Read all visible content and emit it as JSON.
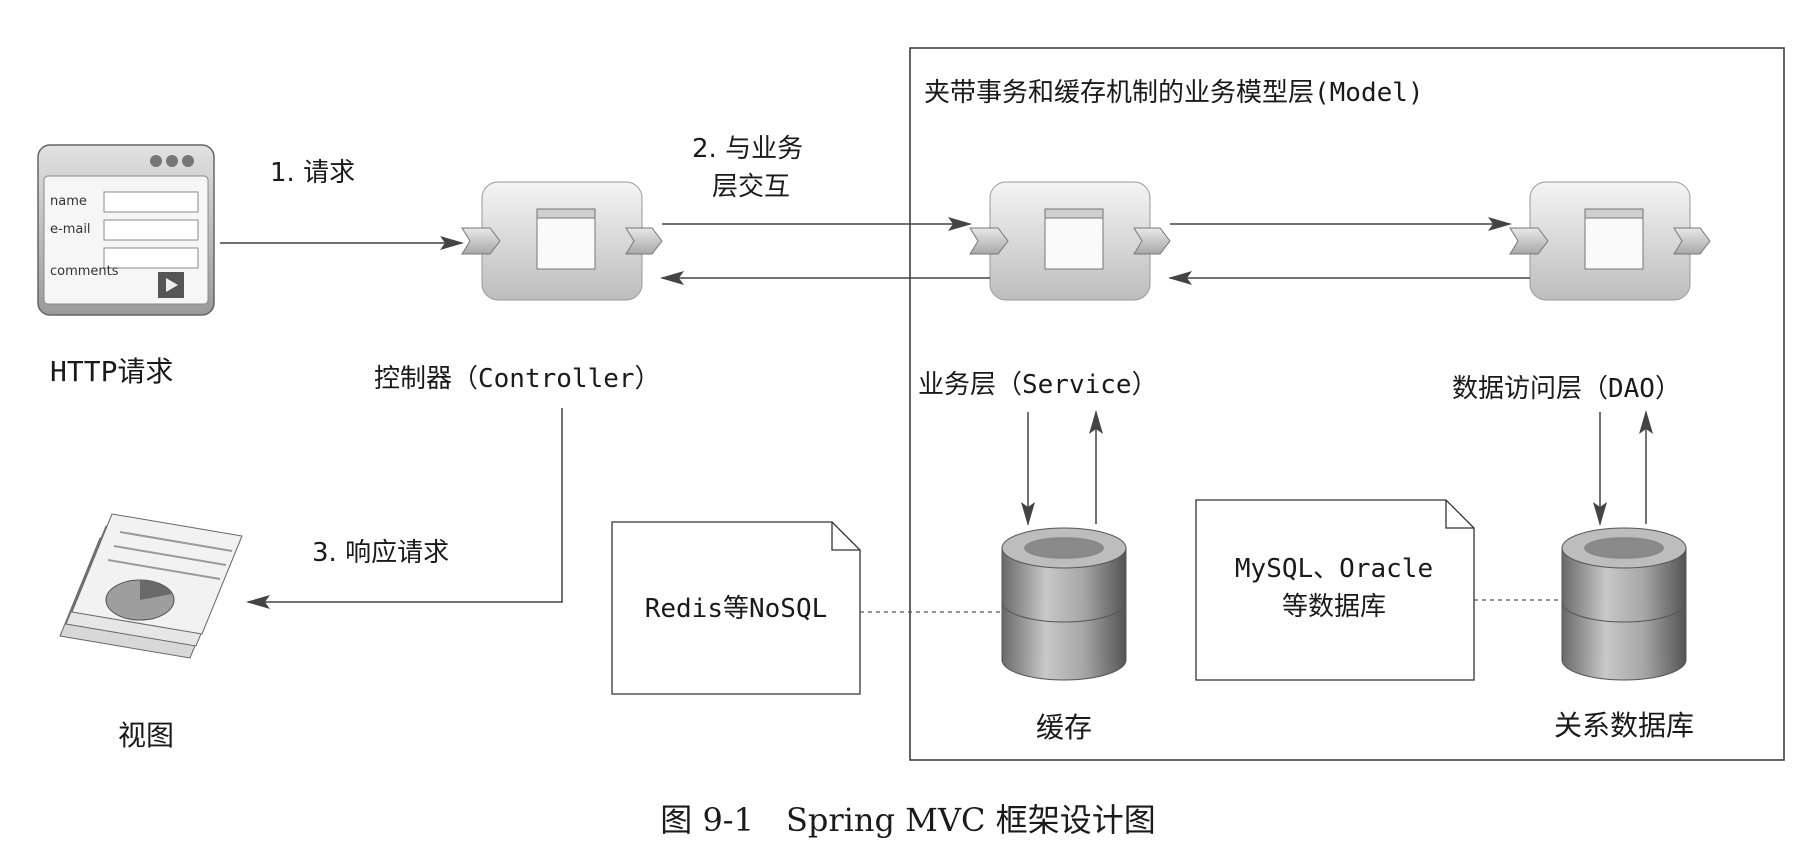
{
  "model_box": {
    "title": "夹带事务和缓存机制的业务模型层(Model)"
  },
  "browser": {
    "field_name": "name",
    "field_email": "e-mail",
    "field_comments": "comments",
    "label": "HTTP请求"
  },
  "steps": {
    "request": "1. 请求",
    "interact_line1": "2. 与业务",
    "interact_line2": "层交互",
    "response": "3. 响应请求"
  },
  "controller": {
    "label": "控制器（Controller）"
  },
  "service": {
    "label": "业务层（Service）"
  },
  "dao": {
    "label": "数据访问层（DAO）"
  },
  "view": {
    "label": "视图"
  },
  "cache": {
    "label": "缓存"
  },
  "database": {
    "label": "关系数据库"
  },
  "notes": {
    "redis": "Redis等NoSQL",
    "mysql_line1": "MySQL、Oracle",
    "mysql_line2": "等数据库"
  },
  "caption": "图 9-1　Spring MVC 框架设计图"
}
